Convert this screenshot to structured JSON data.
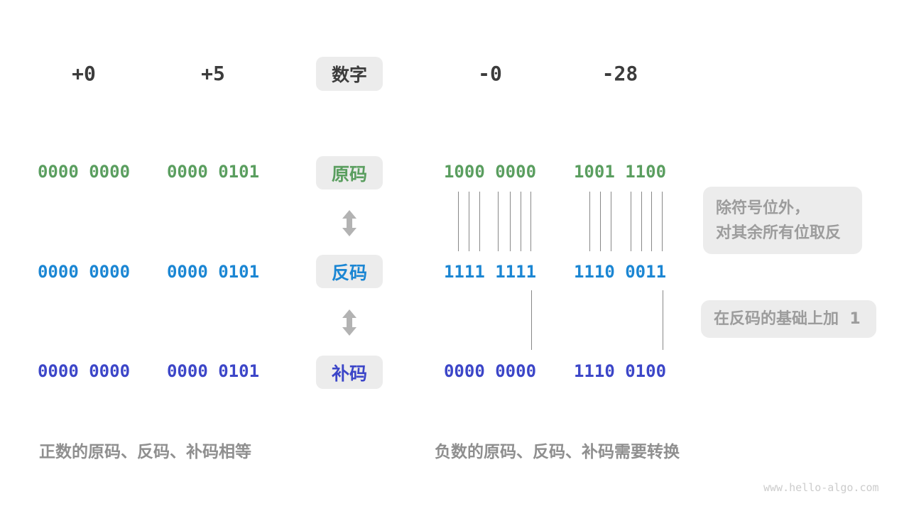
{
  "palette": {
    "background": "#ffffff",
    "dark_text": "#3c3c3c",
    "sign_magnitude_green": "#5a9e5f",
    "ones_complement_blue": "#1b86d3",
    "twos_complement_indigo": "#3c46c8",
    "note_gray": "#9c9c9c",
    "caption_gray": "#8f8f8f",
    "tag_background": "#ececec",
    "arrow_gray": "#b3b3b3",
    "connector_gray": "#888888",
    "watermark_gray": "#cccccc"
  },
  "header": {
    "row_label": "数字",
    "columns": [
      "+0",
      "+5",
      "-0",
      "-28"
    ]
  },
  "rows": [
    {
      "label": "原码",
      "values": [
        "0000 0000",
        "0000 0101",
        "1000 0000",
        "1001 1100"
      ]
    },
    {
      "label": "反码",
      "values": [
        "0000 0000",
        "0000 0101",
        "1111 1111",
        "1110 0011"
      ]
    },
    {
      "label": "补码",
      "values": [
        "0000 0000",
        "0000 0101",
        "0000 0000",
        "1110 0100"
      ]
    }
  ],
  "annotations": {
    "flip_line1": "除符号位外，",
    "flip_line2": "对其余所有位取反",
    "add_one": "在反码的基础上加  1"
  },
  "captions": {
    "positive": "正数的原码、反码、补码相等",
    "negative": "负数的原码、反码、补码需要转换"
  },
  "watermark": "www.hello-algo.com"
}
